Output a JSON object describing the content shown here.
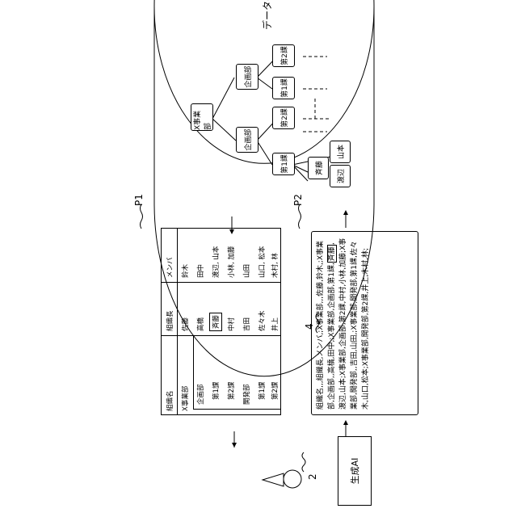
{
  "labels": {
    "user_ref": "2",
    "ai_ref": "4",
    "p1_ref": "P1",
    "p2_ref": "P2",
    "ai_box": "生成AI",
    "db": "データベース"
  },
  "table": {
    "headers": [
      "組織名",
      "組織長",
      "メンバ"
    ],
    "rows": [
      {
        "name": "X事業部",
        "head": "佐藤",
        "members": "鈴木"
      },
      {
        "name": "企画部",
        "head": "高橋",
        "members": "田中"
      },
      {
        "name": "第1課",
        "head": "斉藤",
        "members": "渡辺, 山本"
      },
      {
        "name": "第2課",
        "head": "中村",
        "members": "小林, 加藤"
      },
      {
        "name": "開発部",
        "head": "吉田",
        "members": "山田"
      },
      {
        "name": "第1課",
        "head": "佐々木",
        "members": "山口, 松本"
      },
      {
        "name": "第2課",
        "head": "井上",
        "members": "木村, 林"
      }
    ]
  },
  "text_p2": {
    "before": "組織名,,,組織長,メンバ,;X事業部,,,佐藤,鈴木,;X事業部,企画部,,高橋,田中,;X事業部,企画部,第1課,",
    "highlight": "斉藤",
    "after": ",渡辺,山本;X事業部,企画部,第2課,中村,小林,加藤;X事業部,開発部,,吉田,山田,;X事業部,開発部,第1課,佐々木,山口,松本;X事業部,開発部,第2課,井上,木村,林;"
  },
  "db_tree": {
    "root": "X事業部",
    "dept_upper": "企画部",
    "dept_lower": "企画部",
    "sec1": "第2課",
    "sec2": "第1課",
    "sec3": "第2課",
    "sec4": "第1課",
    "person_head": "斉藤",
    "person_a": "山本",
    "person_b": "渡辺"
  }
}
